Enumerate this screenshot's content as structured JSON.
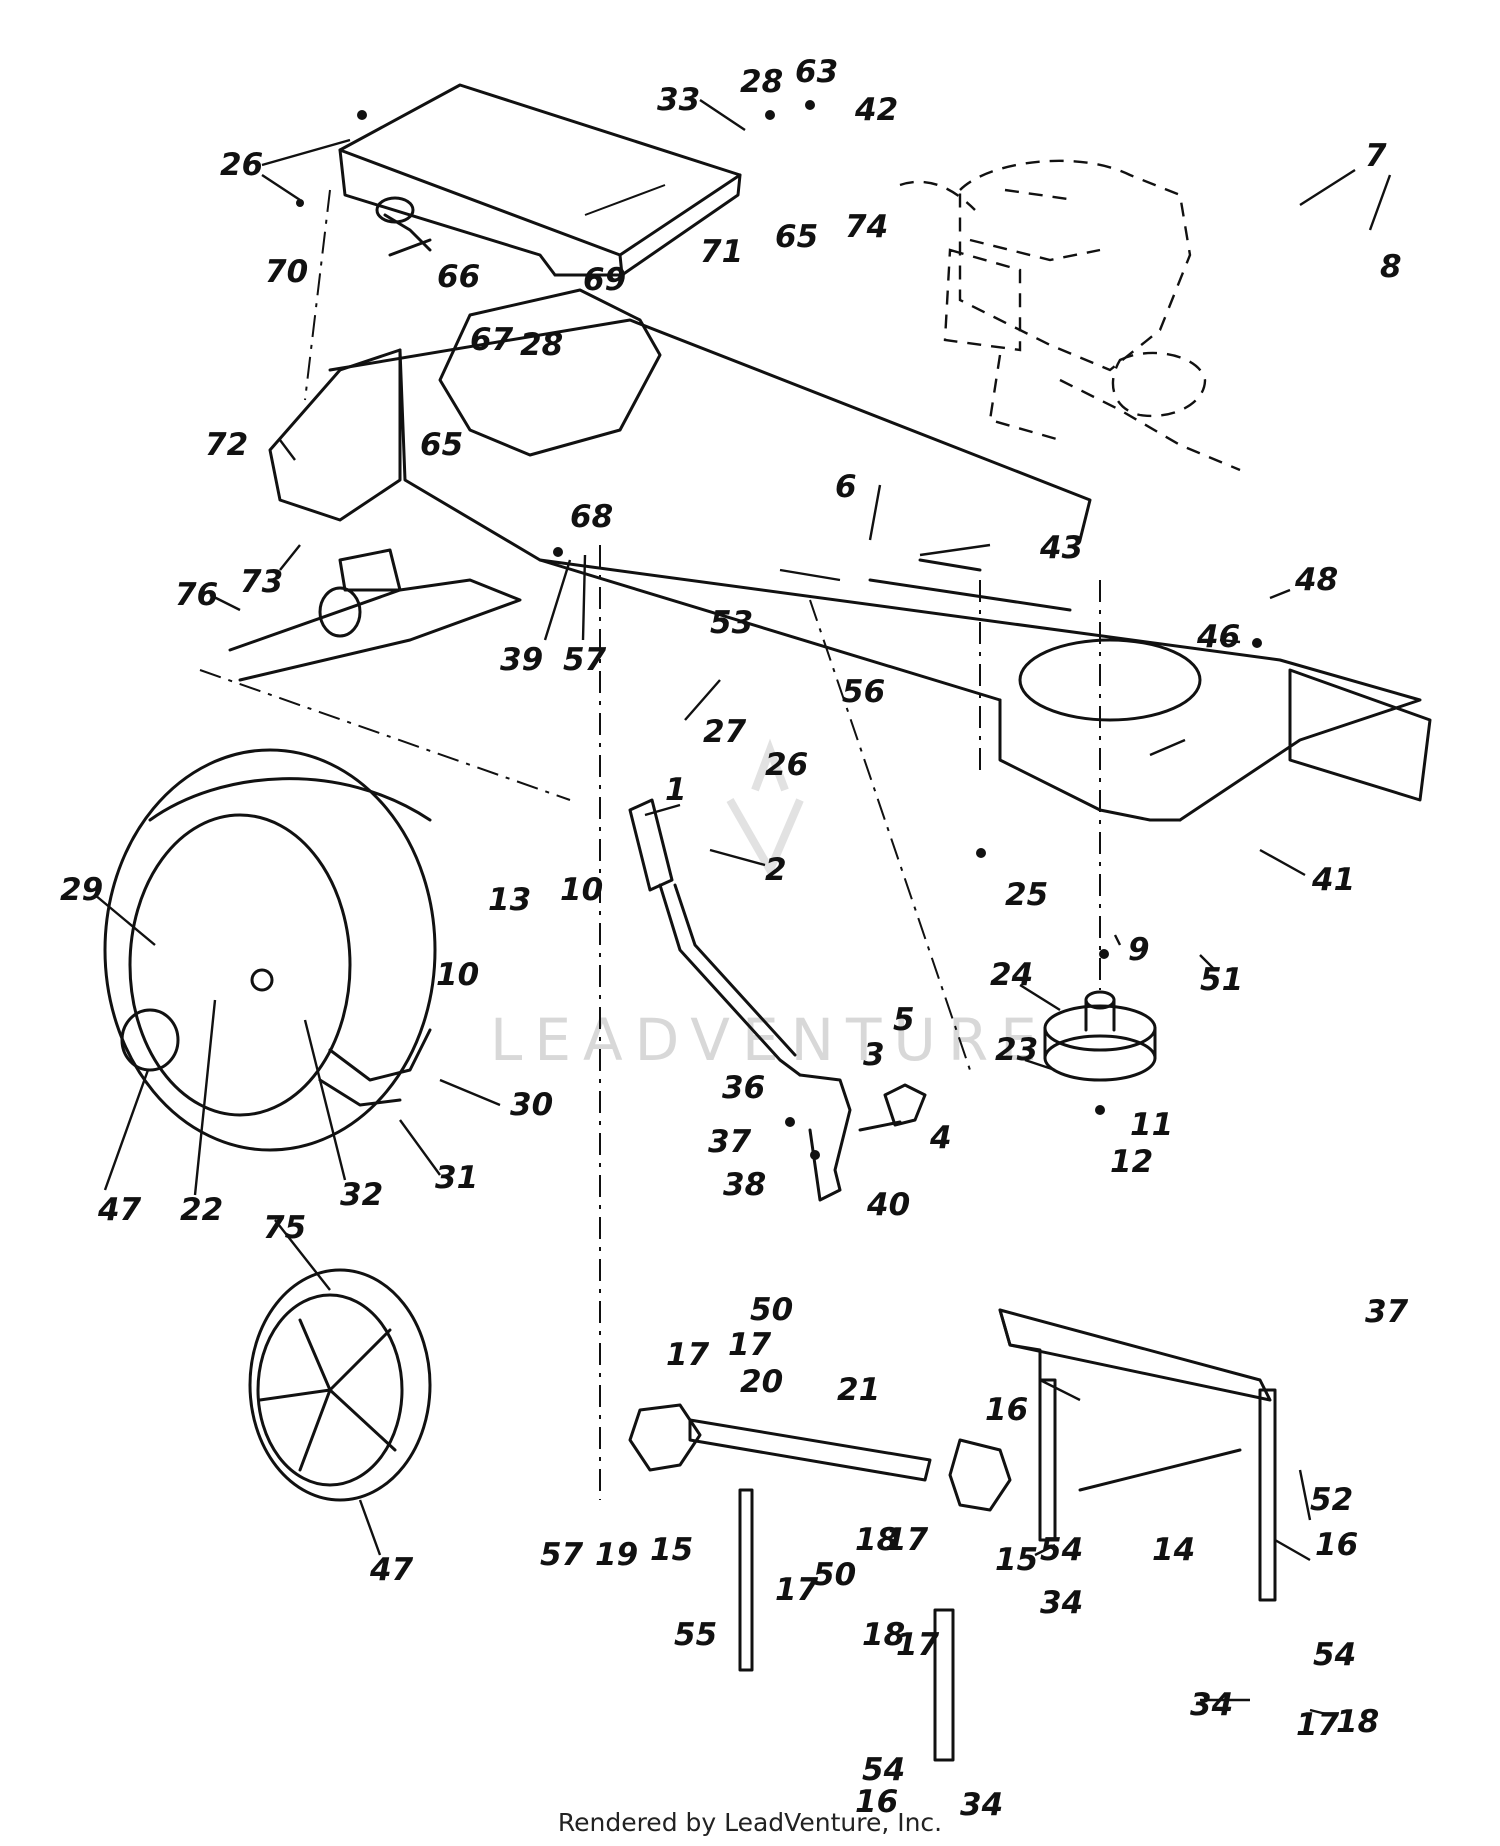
{
  "watermark": "LEADVENTURE",
  "footer": "Rendered by LeadVenture, Inc.",
  "callouts": [
    "1",
    "2",
    "3",
    "4",
    "5",
    "6",
    "7",
    "8",
    "9",
    "10",
    "11",
    "12",
    "13",
    "14",
    "15",
    "16",
    "17",
    "18",
    "19",
    "20",
    "21",
    "22",
    "23",
    "24",
    "25",
    "26",
    "27",
    "28",
    "29",
    "30",
    "31",
    "32",
    "33",
    "34",
    "36",
    "37",
    "38",
    "39",
    "40",
    "41",
    "42",
    "43",
    "46",
    "47",
    "48",
    "50",
    "51",
    "52",
    "53",
    "54",
    "55",
    "56",
    "57",
    "63",
    "65",
    "66",
    "67",
    "68",
    "69",
    "70",
    "71",
    "72",
    "73",
    "74",
    "75",
    "76"
  ]
}
